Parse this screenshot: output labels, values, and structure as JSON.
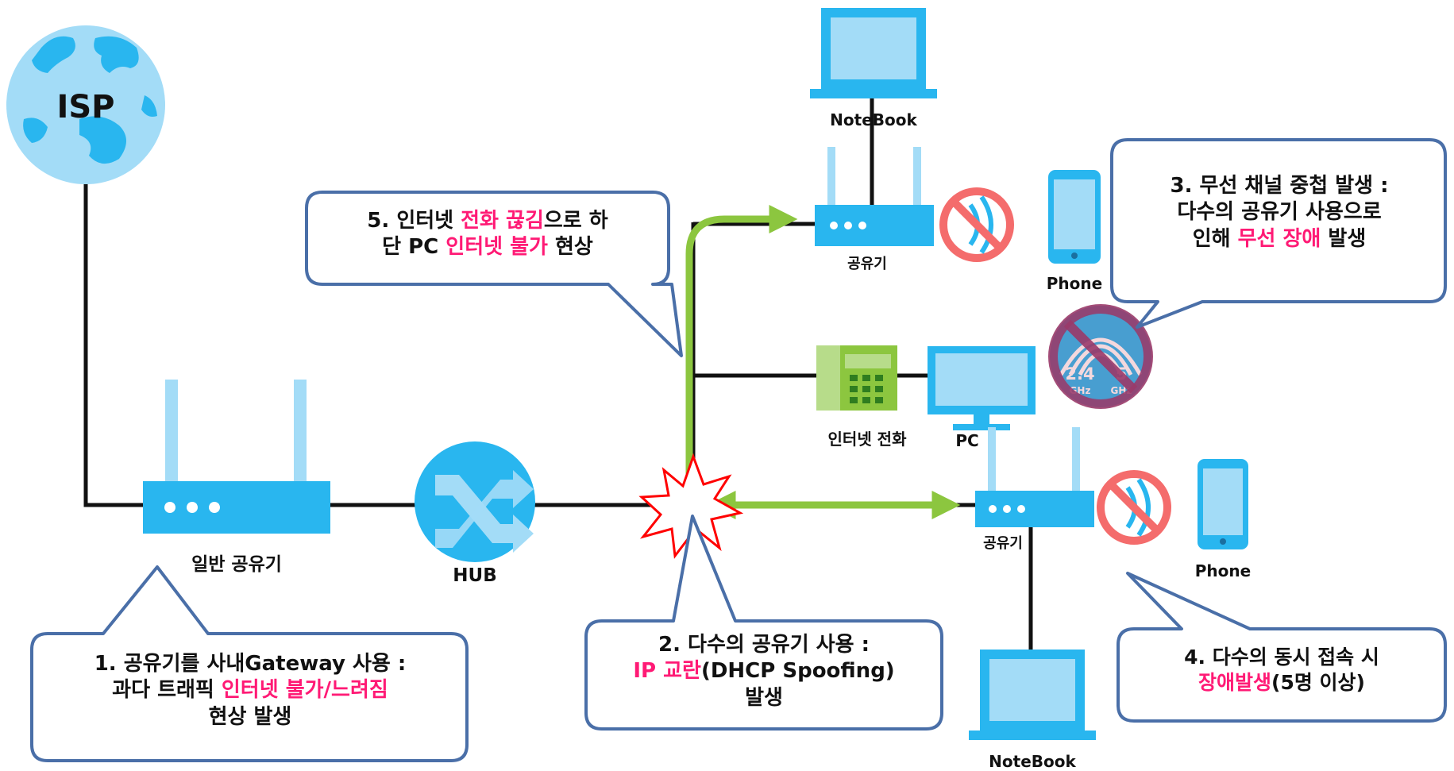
{
  "nodes": {
    "isp": "ISP",
    "notebook_top": "NoteBook",
    "router_top": "공유기",
    "phone_top": "Phone",
    "internet_phone": "인터넷 전화",
    "pc": "PC",
    "router_bottom": "공유기",
    "phone_bottom": "Phone",
    "notebook_bottom": "NoteBook",
    "main_router": "일반 공유기",
    "hub": "HUB",
    "wifi_24": "2.4",
    "wifi_5": "5",
    "ghz": "GHz"
  },
  "callouts": {
    "c1": {
      "line1": "1. 공유기를 사내Gateway 사용 :",
      "line2_prefix": "과다 트래픽 ",
      "line2_highlight": "인터넷 불가/느려짐",
      "line3": "현상 발생"
    },
    "c2": {
      "line1": "2. 다수의 공유기 사용 :",
      "line2_highlight": "IP 교란",
      "line2_suffix": "(DHCP Spoofing)",
      "line3": "발생"
    },
    "c3": {
      "line1": "3. 무선 채널 중첩 발생 :",
      "line2": "다수의 공유기 사용으로",
      "line3_prefix": "인해 ",
      "line3_highlight": "무선 장애",
      "line3_suffix": " 발생"
    },
    "c4": {
      "line1": "4. 다수의 동시 접속 시",
      "line2_highlight": "장애발생",
      "line2_suffix": "(5명 이상)"
    },
    "c5": {
      "line1_prefix": "5. 인터넷 ",
      "line1_highlight": "전화 끊김",
      "line1_suffix": "으로 하",
      "line2_prefix": "단 PC ",
      "line2_highlight": "인터넷 불가",
      "line2_suffix": " 현상"
    }
  },
  "colors": {
    "device_blue": "#29b6ef",
    "device_light": "#a3dcf7",
    "callout_border": "#4a6fa8",
    "highlight_pink": "#ff1a75",
    "arrow_green": "#8cc63f",
    "phone_green": "#8cc63f",
    "no_sign_red": "#f46c6c",
    "wire_black": "#111111"
  },
  "icons": [
    "globe-icon",
    "router-icon",
    "hub-icon",
    "laptop-icon",
    "smartphone-icon",
    "desk-phone-icon",
    "monitor-icon",
    "no-wifi-icon",
    "explosion-icon"
  ]
}
